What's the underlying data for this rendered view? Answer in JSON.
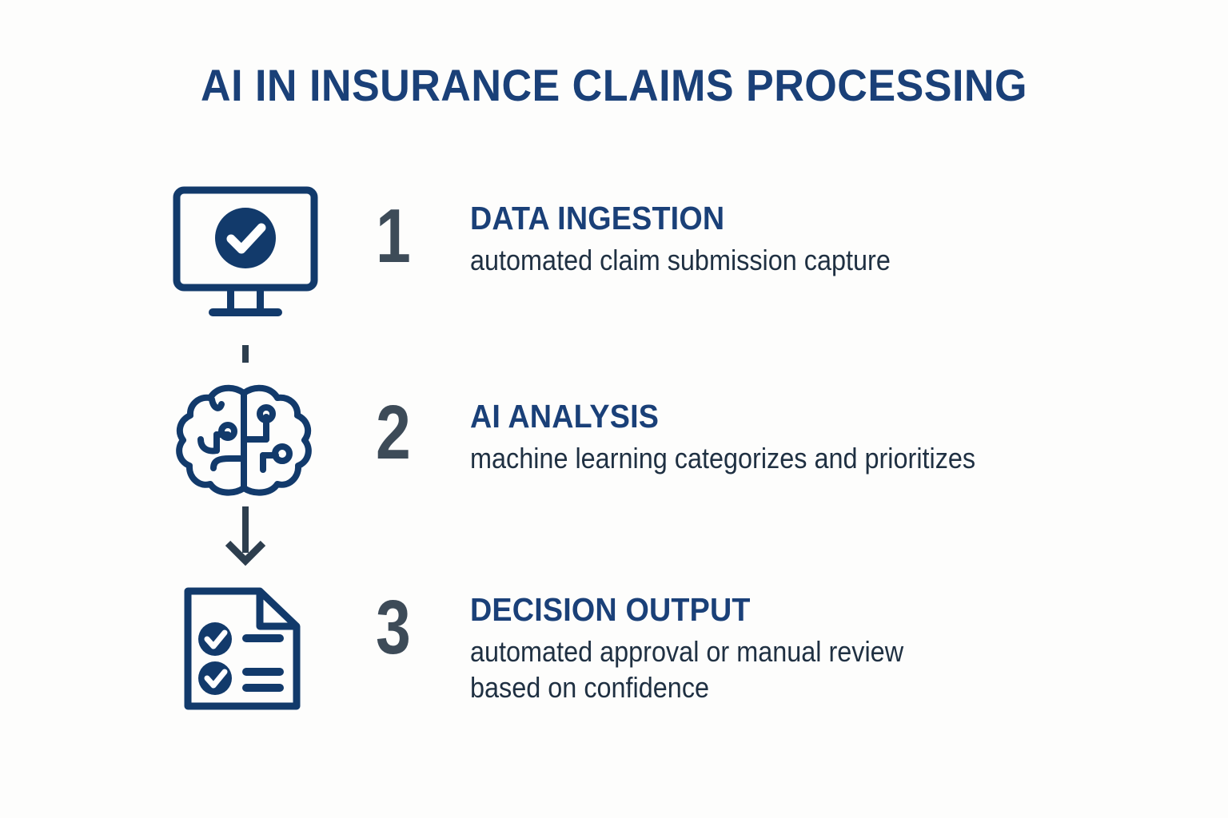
{
  "title": "AI IN INSURANCE CLAIMS PROCESSING",
  "colors": {
    "background": "#fdfdfc",
    "navy": "#1a4078",
    "icon_stroke": "#123a6b",
    "numeral_gray": "#3d4b58",
    "body_text": "#1f3042",
    "check_white": "#ffffff"
  },
  "steps": [
    {
      "number": "1",
      "heading": "DATA INGESTION",
      "description": "automated claim submission capture",
      "icon": "monitor-check-icon"
    },
    {
      "number": "2",
      "heading": "AI ANALYSIS",
      "description": "machine learning categorizes and prioritizes",
      "icon": "brain-circuit-icon"
    },
    {
      "number": "3",
      "heading": "DECISION OUTPUT",
      "description": "automated approval or manual review\nbased on confidence",
      "icon": "document-checklist-icon"
    }
  ],
  "connectors": [
    {
      "name": "dash-connector",
      "style": "short-dash"
    },
    {
      "name": "arrow-connector",
      "style": "down-arrow"
    }
  ]
}
